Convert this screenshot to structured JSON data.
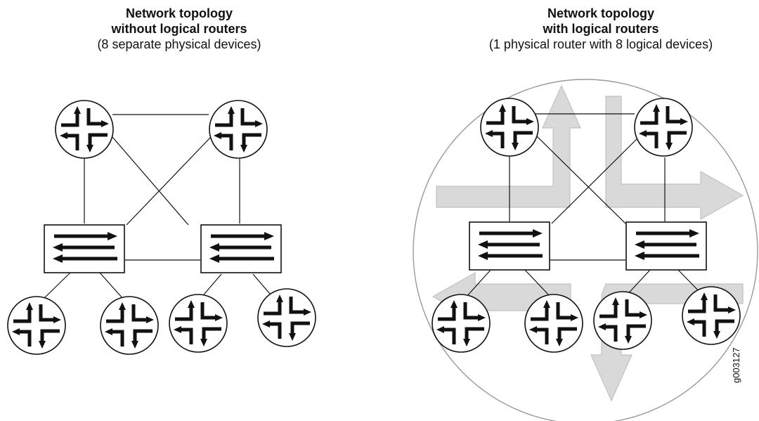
{
  "left_panel": {
    "title_line1": "Network topology",
    "title_line2": "without logical routers",
    "subtitle": "(8 separate physical devices)"
  },
  "right_panel": {
    "title_line1": "Network topology",
    "title_line2": "with logical routers",
    "subtitle": "(1 physical router with 8 logical devices)"
  },
  "figure_id": "g003127",
  "colors": {
    "line": "#111111",
    "background_arrow": "#d9d9d9",
    "background_arrow_stroke": "#c2c2c2",
    "enclosure": "#9a9a9a"
  }
}
